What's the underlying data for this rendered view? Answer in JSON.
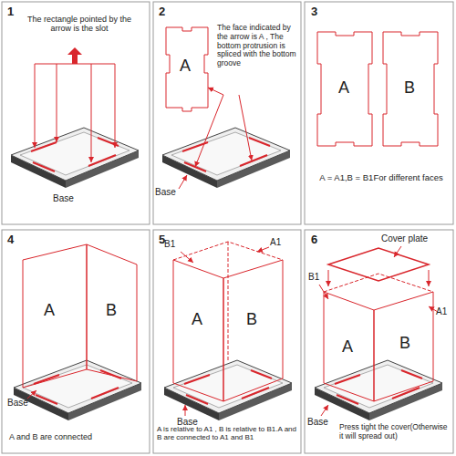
{
  "diagram": {
    "labels": [
      "1",
      "The rectangle pointed by the arrow is the slot",
      "Base",
      "2",
      "The face indicated by the arrow is A , The bottom protrusion is spliced with the bottom groove",
      "A",
      "Base",
      "3",
      "A",
      "B",
      "A = A1,B = B1For different faces",
      "4",
      "A",
      "B",
      "Base",
      "A and B are connected",
      "5",
      "B1",
      "A1",
      "A",
      "B",
      "Base",
      "A is relative to A1 , B is relative to B1.A and B are connected to A1 and B1",
      "6",
      "Cover plate",
      "B1",
      "A1",
      "A",
      "B",
      "Base",
      "Press tight the cover(Otherwise it will spread out)"
    ]
  }
}
